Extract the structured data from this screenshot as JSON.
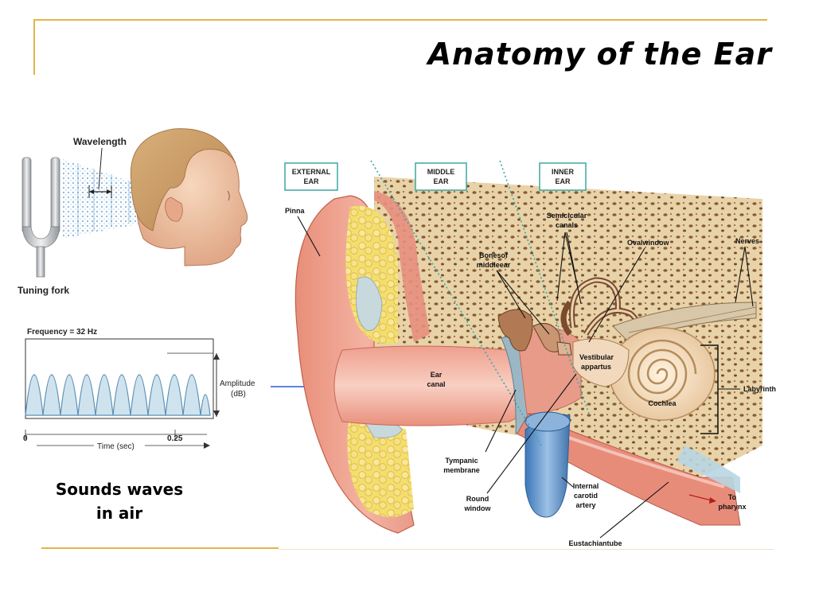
{
  "slide": {
    "title": "Anatomy of the Ear",
    "caption_line1": "Sounds waves",
    "caption_line2": "in air",
    "accent_color": "#e0b54a"
  },
  "left_panel": {
    "wavelength_label": "Wavelength",
    "tuning_fork_label": "Tuning fork",
    "frequency_label": "Frequency = 32 Hz",
    "amplitude_label_1": "Amplitude",
    "amplitude_label_2": "(dB)",
    "x_axis_zero": "0",
    "x_axis_tick": "0.25",
    "x_axis_label": "Time (sec)"
  },
  "ear_diagram": {
    "region_external_1": "EXTERNAL",
    "region_external_2": "EAR",
    "region_middle_1": "MIDDLE",
    "region_middle_2": "EAR",
    "region_inner_1": "INNER",
    "region_inner_2": "EAR",
    "pinna": "Pinna",
    "semicircular_1": "Semicicular",
    "semicircular_2": "canals",
    "oval_window": "Ovalwindow",
    "nerves": "Nerves",
    "bones_1": "Bonesof",
    "bones_2": "middleear",
    "vestibular_1": "Vestibular",
    "vestibular_2": "appartus",
    "ear_canal_1": "Ear",
    "ear_canal_2": "canal",
    "cochlea": "Cochlea",
    "labyrinth": "Labyrinth",
    "tympanic_1": "Tympanic",
    "tympanic_2": "membrane",
    "round_1": "Round",
    "round_2": "window",
    "carotid_1": "Internal",
    "carotid_2": "carotid",
    "carotid_3": "artery",
    "pharynx_1": "To",
    "pharynx_2": "pharynx",
    "eustachian": "Eustachiantube"
  }
}
